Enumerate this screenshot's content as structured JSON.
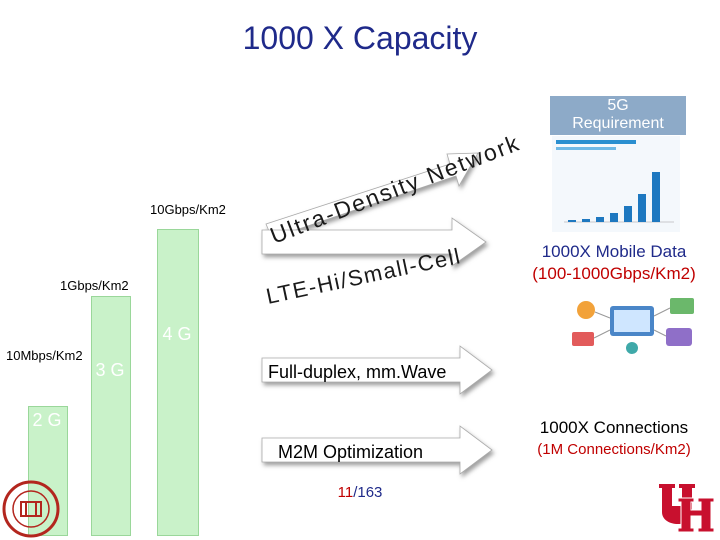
{
  "title": "1000 X Capacity",
  "requirement_box": [
    "5G",
    "Requirement"
  ],
  "generations": [
    {
      "label": "2 G",
      "rate": "10Mbps/Km2"
    },
    {
      "label": "3 G",
      "rate": "1Gbps/Km2"
    },
    {
      "label": "4 G",
      "rate": "10Gbps/Km2"
    }
  ],
  "arrows": [
    {
      "text": "Ultra-Density Network"
    },
    {
      "text": "LTE-Hi/Small-Cell"
    },
    {
      "text": "Full-duplex, mm.Wave"
    },
    {
      "text": "M2M Optimization"
    }
  ],
  "right_notes": {
    "mobile_data_title": "1000X Mobile Data",
    "mobile_data_sub": "(100-1000Gbps/Km2)",
    "connections_title": "1000X Connections",
    "connections_sub": "(1M Connections/Km2)"
  },
  "page": {
    "current": "11",
    "sep": "/",
    "total": "163"
  },
  "colors": {
    "title": "#1f2a8a",
    "accent_red": "#c00000",
    "bar": "#c9f2c9",
    "arrow": "#ffffff"
  }
}
